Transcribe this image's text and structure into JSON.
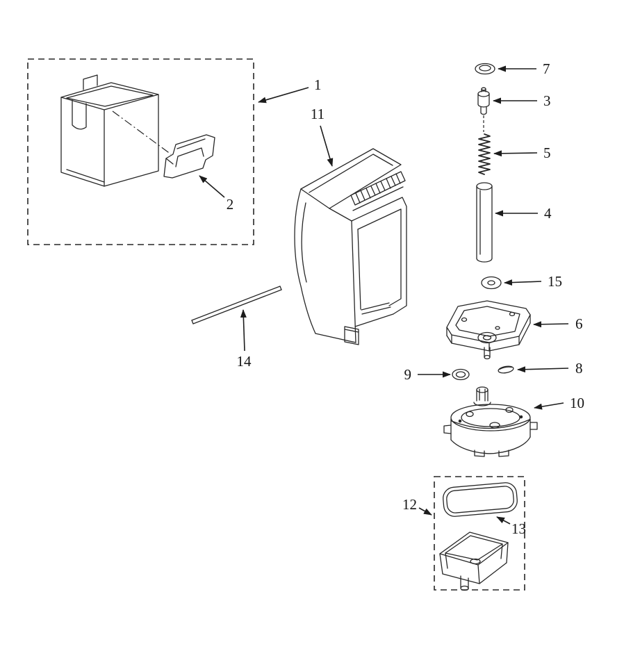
{
  "colors": {
    "background": "#ffffff",
    "line": "#262626",
    "label": "#141414"
  },
  "callouts": {
    "p1": "1",
    "p2": "2",
    "p3": "3",
    "p4": "4",
    "p5": "5",
    "p6": "6",
    "p7": "7",
    "p8": "8",
    "p9": "9",
    "p10": "10",
    "p11": "11",
    "p12": "12",
    "p13": "13",
    "p14": "14",
    "p15": "15"
  }
}
